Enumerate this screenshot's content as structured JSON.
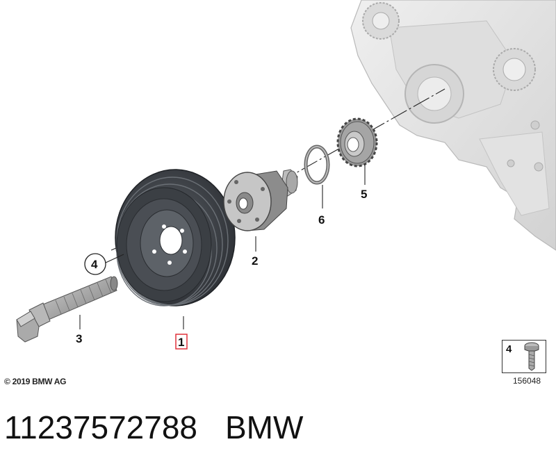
{
  "callouts": {
    "c1": "1",
    "c2": "2",
    "c3": "3",
    "c4": "4",
    "c5": "5",
    "c6": "6"
  },
  "legend": {
    "number": "4",
    "icon": "bolt-icon"
  },
  "copyright": "© 2019 BMW AG",
  "drawing_number": "156048",
  "footer": {
    "part_number": "11237572788",
    "brand": "BMW"
  },
  "colors": {
    "highlight_box": "#e0303a",
    "engine_block": "#e4e4e4",
    "part_dark": "#3e4247",
    "part_metal": "#9a9a9a"
  }
}
